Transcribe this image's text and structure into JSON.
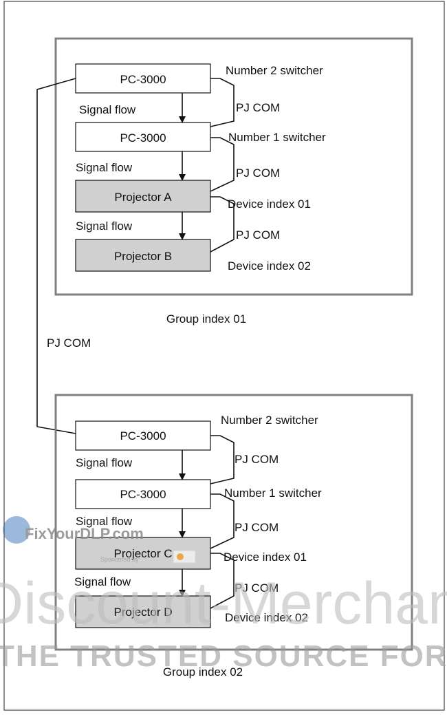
{
  "group1": {
    "switcher_top": "PC-3000",
    "switcher_bottom": "PC-3000",
    "projector_a": "Projector A",
    "projector_b": "Projector B",
    "label_num2": "Number 2 switcher",
    "label_num1": "Number 1 switcher",
    "label_dev01": "Device index 01",
    "label_dev02": "Device index 02",
    "pjcom_1": "PJ COM",
    "pjcom_2": "PJ COM",
    "pjcom_3": "PJ COM",
    "signal_1": "Signal flow",
    "signal_2": "Signal flow",
    "signal_3": "Signal flow",
    "caption": "Group index 01"
  },
  "link_label": "PJ COM",
  "group2": {
    "switcher_top": "PC-3000",
    "switcher_bottom": "PC-3000",
    "projector_c": "Projector C",
    "projector_d": "Projector D",
    "label_num2": "Number 2 switcher",
    "label_num1": "Number 1 switcher",
    "label_dev01": "Device index 01",
    "label_dev02": "Device index 02",
    "pjcom_1": "PJ COM",
    "pjcom_2": "PJ COM",
    "pjcom_3": "PJ COM",
    "signal_1": "Signal flow",
    "signal_2": "Signal flow",
    "signal_3": "Signal flow",
    "caption": "Group index 02"
  },
  "watermark": {
    "site": "FixYourDLP.com",
    "sponsor": "Sponsored by",
    "brand": "Discount-Merchant",
    "tagline": "THE TRUSTED SOURCE FOR PRO"
  },
  "colors": {
    "projector_fill": "#d0d0d0",
    "box_fill": "#ffffff",
    "group_border": "#808080",
    "line": "#111111",
    "watermark_grey": "#b8b8b8",
    "watermark_blue": "#2a6ab5"
  }
}
